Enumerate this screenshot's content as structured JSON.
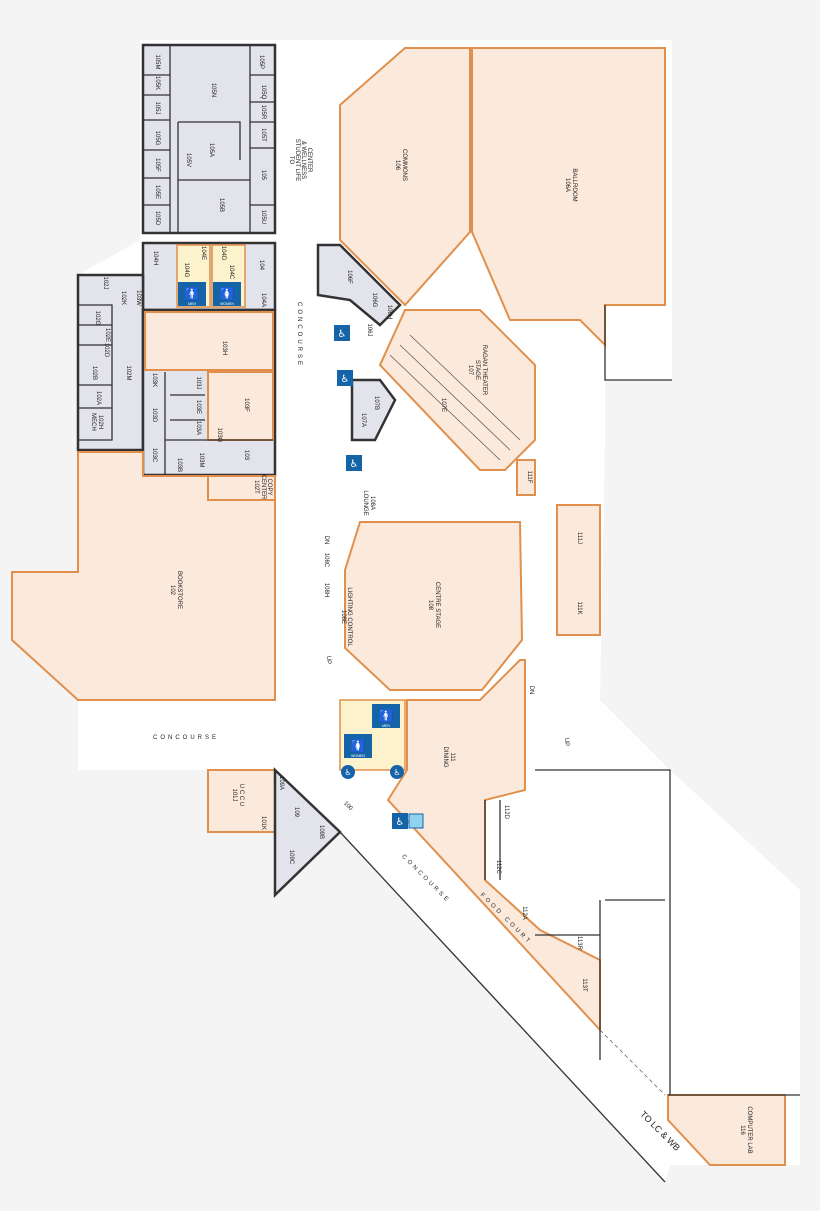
{
  "map": {
    "colors": {
      "event_space": "#fbe9dc",
      "event_outline": "#e0904c",
      "office": "#e3e3ec",
      "restroom": "#fcf2cc",
      "accessibility": "#1564a8",
      "background": "#f4f4f4"
    },
    "wayfinding": {
      "concourse_north": "CONCOURSE",
      "concourse_west": "CONCOURSE",
      "concourse_diagonal": "CONCOURSE",
      "food_court": "FOOD COURT",
      "to_student_life_1": "TO",
      "to_student_life_2": "STUDENT LIFE",
      "to_student_life_3": "& WELLNESS",
      "to_student_life_4": "CENTER",
      "to_lc_wb": "TO LC & WB",
      "area_100": "100"
    },
    "signs": {
      "men": "MEN",
      "women": "WOMEN"
    },
    "icons": [
      "restroom-men-icon",
      "restroom-women-icon",
      "wheelchair-accessible-icon",
      "elevator-icon",
      "arrow-icon"
    ],
    "rooms": {
      "r105M": "105M",
      "r105K": "105K",
      "r105J": "105J",
      "r105G": "105G",
      "r105F": "105F",
      "r105E": "105E",
      "r105D": "105D",
      "r105P": "105P",
      "r105Q": "105Q",
      "r105R": "105R",
      "r105T": "105T",
      "r105U": "105U",
      "r105N": "105N",
      "r105A": "105A",
      "r105V": "105V",
      "r105": "105",
      "r105B": "105B",
      "r104H": "104H",
      "r104E": "104E",
      "r104G": "104G",
      "r104D": "104D",
      "r104C": "104C",
      "r104": "104",
      "r104A": "104A",
      "r103W": "103W",
      "r102J": "102J",
      "r102K": "102K",
      "r102G": "102G",
      "r102E": "102E",
      "r102D": "102D",
      "r102B": "102B",
      "r102A": "102A",
      "r102H_1": "MECH",
      "r102H_2": "102H",
      "r102M": "102M",
      "r103H": "103H",
      "r103K": "103K",
      "r103J": "103J",
      "r103E": "103E",
      "r103D": "103D",
      "r103A": "103A",
      "r103G": "103G",
      "r103F": "103F",
      "r103C": "103C",
      "r103B": "103B",
      "r103M": "103M",
      "r103": "103",
      "r102T_1": "COPY",
      "r102T_2": "CENTER",
      "r102T_3": "102T",
      "r102_1": "BOOKSTORE",
      "r102_2": "102",
      "r106_1": "COMMONS",
      "r106_2": "106",
      "r106A_1": "BALLROOM",
      "r106A_2": "106A",
      "r106F": "106F",
      "r106G": "106G",
      "r106H": "106H",
      "r106J": "106J",
      "r107_1": "RAGAN THEATER",
      "r107_2": "STAGE",
      "r107_3": "107",
      "r107E": "107E",
      "r107B": "107B",
      "r107A": "107A",
      "r111F": "111F",
      "r108A_1": "108A",
      "r108A_2": "LOUNGE",
      "r108C": "108C",
      "r108H": "108H",
      "r108E_1": "LIGHTING CONTROL",
      "r108E_2": "108E",
      "r108_1": "CENTRE STAGE",
      "r108_2": "108",
      "r111J": "111J",
      "r111K": "111K",
      "r111_1": "111",
      "r111_2": "DINING",
      "r101J_1": "U C C U",
      "r101J_2": "101J",
      "r101K": "101K",
      "r109A": "109A",
      "r109": "109",
      "r109B": "109B",
      "r109C": "109C",
      "r112D": "112D",
      "r112C": "112C",
      "r112A": "112A",
      "r113R": "113R",
      "r113T": "113T",
      "r116_1": "COMPUTER LAB",
      "r116_2": "116",
      "up1": "UP",
      "up2": "UP",
      "dn1": "DN",
      "dn2": "DN"
    }
  }
}
